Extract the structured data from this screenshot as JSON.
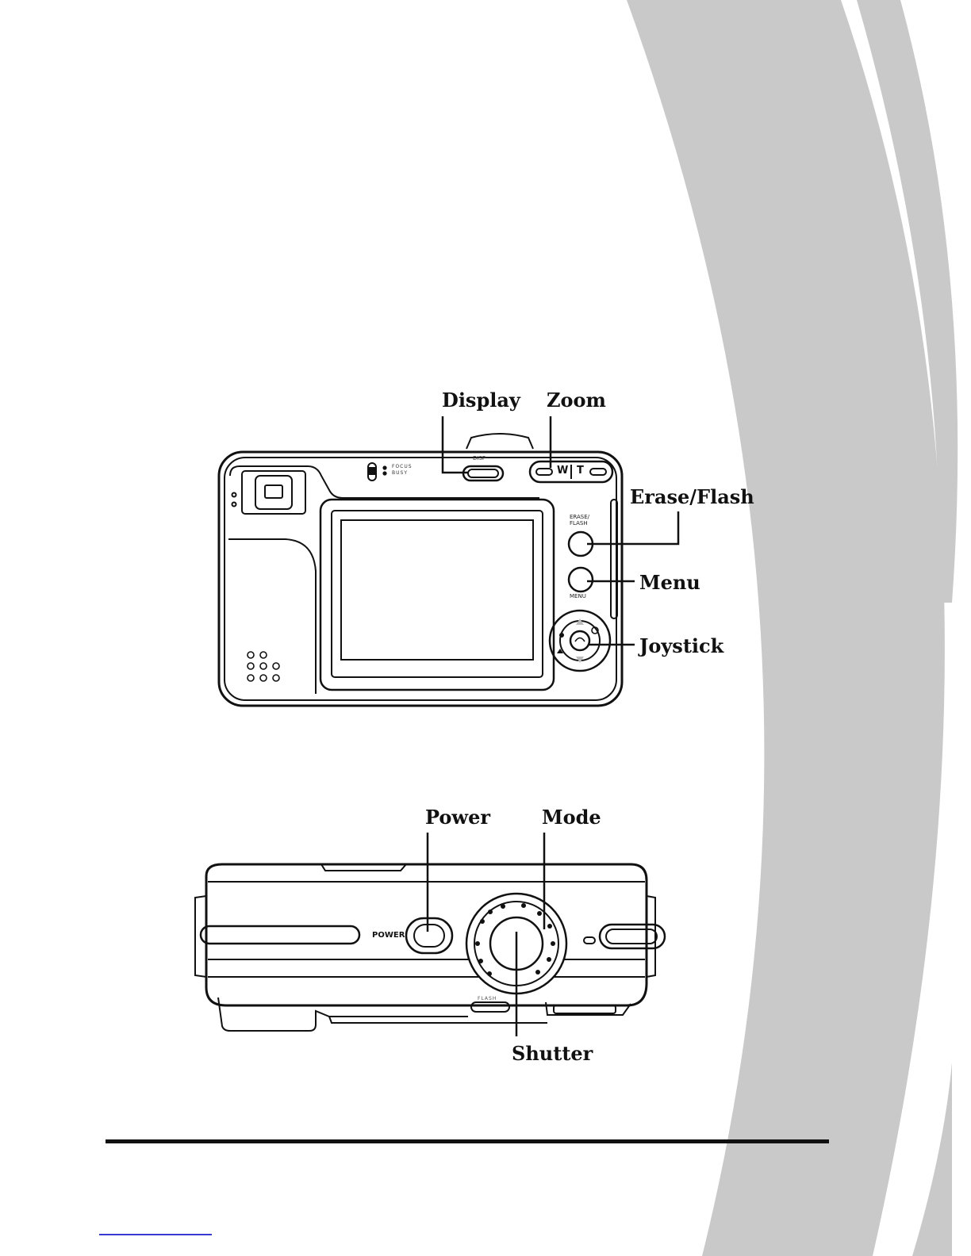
{
  "figures": {
    "back_view": {
      "callouts": {
        "display": "Display",
        "zoom": "Zoom",
        "erase_flash": "Erase/Flash",
        "menu": "Menu",
        "joystick": "Joystick"
      },
      "printed_labels": {
        "disp": "DISP",
        "focus": "FOCUS",
        "busy": "BUSY",
        "zoom_wide": "W",
        "zoom_tele": "T",
        "erase_flash": "ERASE/ FLASH",
        "menu": "MENU"
      }
    },
    "top_view": {
      "callouts": {
        "power": "Power",
        "mode": "Mode",
        "shutter": "Shutter"
      },
      "printed_labels": {
        "power": "POWER",
        "flash": "FLASH"
      }
    }
  },
  "colors": {
    "decor_arc": "#c8c8c8",
    "line_art": "#111111",
    "footer_link": "#3a3ad0"
  }
}
